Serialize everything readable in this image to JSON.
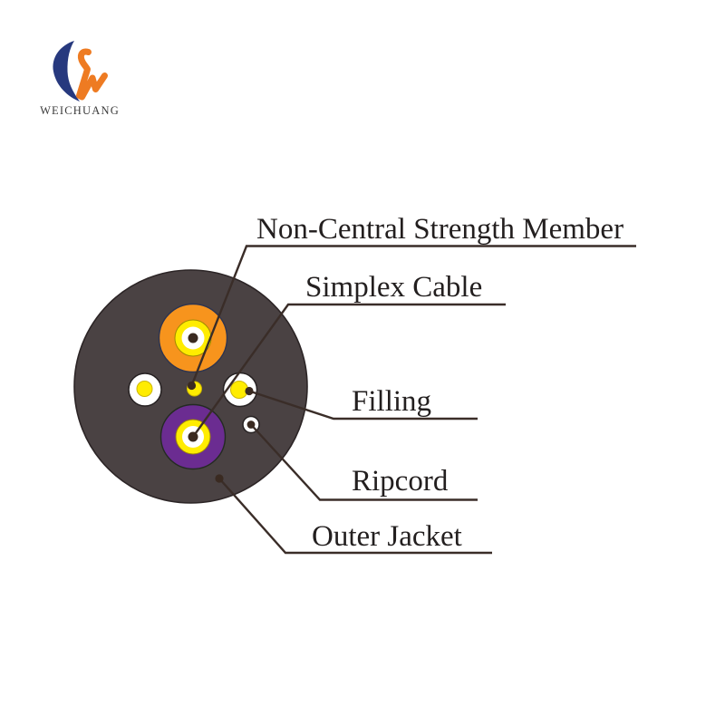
{
  "logo": {
    "company": "WEICHUANG",
    "mark": "w-swoosh-logo",
    "colors": {
      "blue": "#27397e",
      "orange": "#ee7b22"
    }
  },
  "diagram": {
    "title_implicit": "Simplex cable cross-section",
    "labels": {
      "non_central_strength_member": "Non-Central Strength Member",
      "simplex_cable": "Simplex Cable",
      "filling": "Filling",
      "ripcord": "Ripcord",
      "outer_jacket": "Outer Jacket"
    },
    "parts": [
      {
        "name": "outer-jacket",
        "color": "#4a4243"
      },
      {
        "name": "simplex-cable-orange",
        "color": "#f7941d"
      },
      {
        "name": "simplex-cable-purple",
        "color": "#6b2c91"
      },
      {
        "name": "non-central-strength-member",
        "color": "#ffec00"
      },
      {
        "name": "filling",
        "color": "#ffffff"
      },
      {
        "name": "ripcord",
        "color": "#ffffff"
      }
    ]
  },
  "colors": {
    "background": "#ffffff",
    "jacket": "#4a4243",
    "orange": "#f7941d",
    "yellow": "#ffec00",
    "purple": "#6b2c91",
    "line": "#3a2d28",
    "text": "#231f1f"
  }
}
